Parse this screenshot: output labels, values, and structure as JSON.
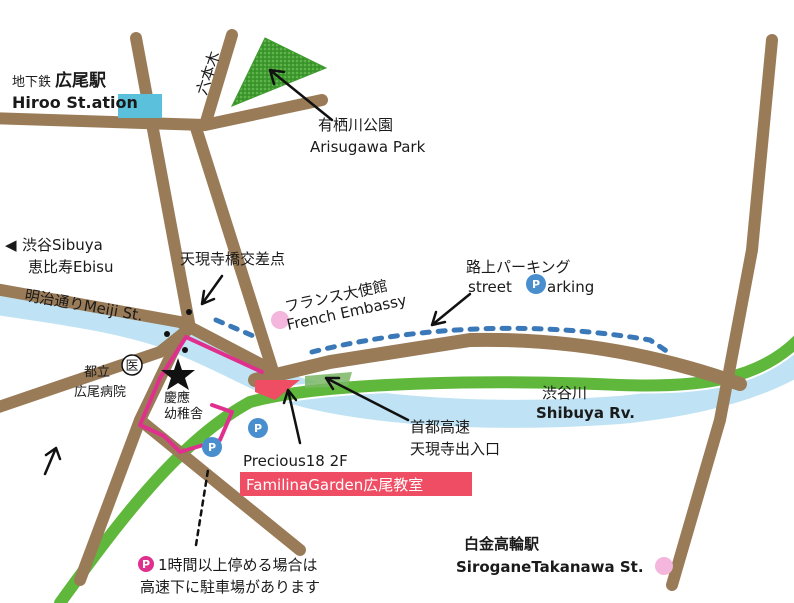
{
  "colors": {
    "road": "#9a7b58",
    "river_fill": "#bfe3f4",
    "river_edge": "#ffffff",
    "expressway": "#5fb83c",
    "school_outline": "#e0308e",
    "dotted_street": "#3a78b8",
    "station_box": "#5bc0dc",
    "park": "#3f9a2f",
    "destination": "#ef4d63",
    "pink_dot": "#f4b6dc",
    "parking_pin": "#4a8fcd",
    "pink_pin": "#e0308e"
  },
  "labels": {
    "hiroo_jp_small": "地下鉄",
    "hiroo_jp_big": "広尾駅",
    "hiroo_en": "Hiroo St.ation",
    "roppongi_street": "六本木",
    "park_jp": "有栖川公園",
    "park_en": "Arisugawa Park",
    "shibuya_arrow": "◀",
    "shibuya": "渋谷Sibuya",
    "ebisu": "恵比寿Ebisu",
    "tengenji_cross": "天現寺橋交差点",
    "meiji_st": "明治通りMeiji St.",
    "france_jp": "フランス大使館",
    "france_en": "French Embassy",
    "street_parking_jp": "路上パーキング",
    "street_parking_en_left": "street",
    "street_parking_en_right": "arking",
    "parking_p": "P",
    "hospital_line1": "都立",
    "hospital_line2": "広尾病院",
    "hospital_mark": "医",
    "keio_line1": "慶應",
    "keio_line2": "幼稚舎",
    "shibuya_river_jp": "渋谷川",
    "shibuya_river_en": "Shibuya Rv.",
    "expressway_jp1": "首都高速",
    "expressway_jp2": "天現寺出入口",
    "precious": "Precious18 2F",
    "familina": "FamilinaGarden広尾教室",
    "note_line1": "1時間以上停める場合は",
    "note_line2": "高速下に駐車場があります",
    "sirogane_jp": "白金高輪駅",
    "sirogane_en": "SiroganeTakanawa St."
  }
}
